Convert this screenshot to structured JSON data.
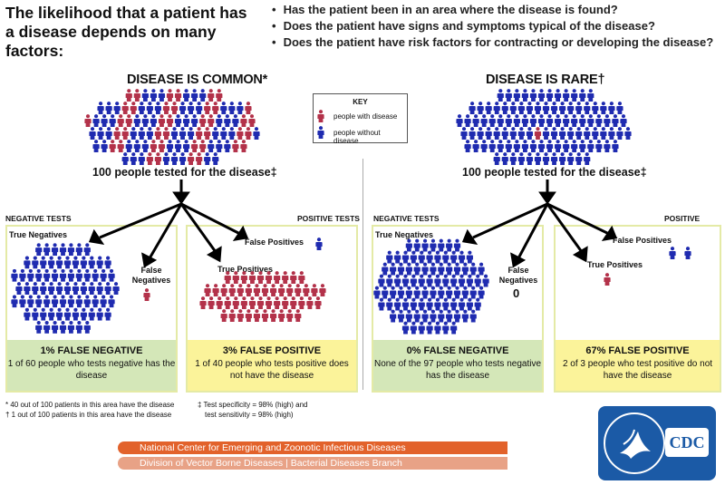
{
  "colors": {
    "disease": "#b3324a",
    "no_disease": "#1f2bb0",
    "panel_border": "#e4eaa6",
    "green": "#d4e7b8",
    "yellow": "#fbf39a",
    "orange": "#e2622b",
    "logo_blue": "#1b5aa6"
  },
  "title": "The likelihood that a patient has a disease depends on many factors:",
  "questions": [
    "Has the patient been in an area where the disease is found?",
    "Does the patient have signs and symptoms typical of the disease?",
    "Does the patient have risk factors for contracting or developing the disease?"
  ],
  "common": {
    "heading": "DISEASE IS COMMON*",
    "tested": "100 people tested for the disease‡",
    "negative_tests": "NEGATIVE TESTS",
    "positive_tests": "POSITIVE TESTS",
    "true_negatives": "True Negatives",
    "false_negatives": "False Negatives",
    "false_positives": "False Positives",
    "true_positives": "True Positives",
    "neg_title": "1% FALSE NEGATIVE",
    "neg_text": "1 of 60 people who tests negative has the disease",
    "pos_title": "3% FALSE POSITIVE",
    "pos_text": "1 of 40 people who tests positive does not have the disease"
  },
  "rare": {
    "heading": "DISEASE IS RARE†",
    "tested": "100 people tested for the disease‡",
    "negative_tests": "NEGATIVE TESTS",
    "positive_tests": "POSITIVE TESTS",
    "true_negatives": "True Negatives",
    "false_negatives": "False Negatives",
    "false_negatives_count": "0",
    "false_positives": "False Positives",
    "true_positives": "True Positives",
    "neg_title": "0% FALSE NEGATIVE",
    "neg_text": "None of the 97 people who tests negative has the disease",
    "pos_title": "67% FALSE POSITIVE",
    "pos_text": "2 of 3 people who test positive do not have the disease"
  },
  "key": {
    "title": "KEY",
    "with_disease": "people with disease",
    "without_disease": "people without disease"
  },
  "footnotes": {
    "common": "* 40 out of 100 patients in this area have the disease",
    "rare": "† 1 out of 100 patients in this area have the disease",
    "spec1": "‡ Test specificity = 98% (high) and",
    "spec2": "test sensitivity = 98% (high)"
  },
  "banners": {
    "center": "National Center for Emerging and Zoonotic Infectious Diseases",
    "division": "Division of Vector Borne Diseases | Bacterial Diseases Branch"
  },
  "logo": {
    "text": "CDC"
  }
}
